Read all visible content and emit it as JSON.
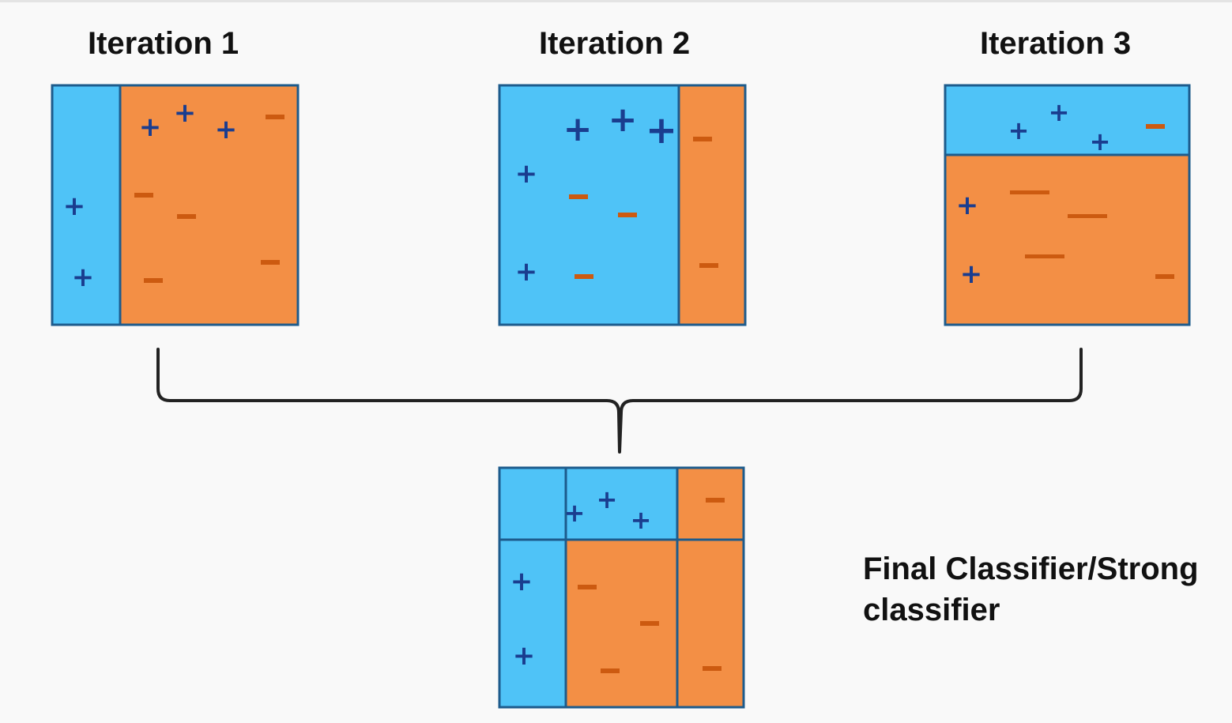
{
  "titles": {
    "iteration1": "Iteration 1",
    "iteration2": "Iteration 2",
    "iteration3": "Iteration 3"
  },
  "final_caption": {
    "line1": "Final Classifier/Strong",
    "line2": "classifier"
  },
  "symbols": {
    "positive": "+",
    "negative": "−"
  },
  "colors": {
    "positive_region": "#4fc3f7",
    "negative_region": "#f38f45",
    "border": "#1d5b8c",
    "plus_mark": "#1a3d8f",
    "minus_mark": "#cc5a10",
    "brace": "#222222"
  }
}
